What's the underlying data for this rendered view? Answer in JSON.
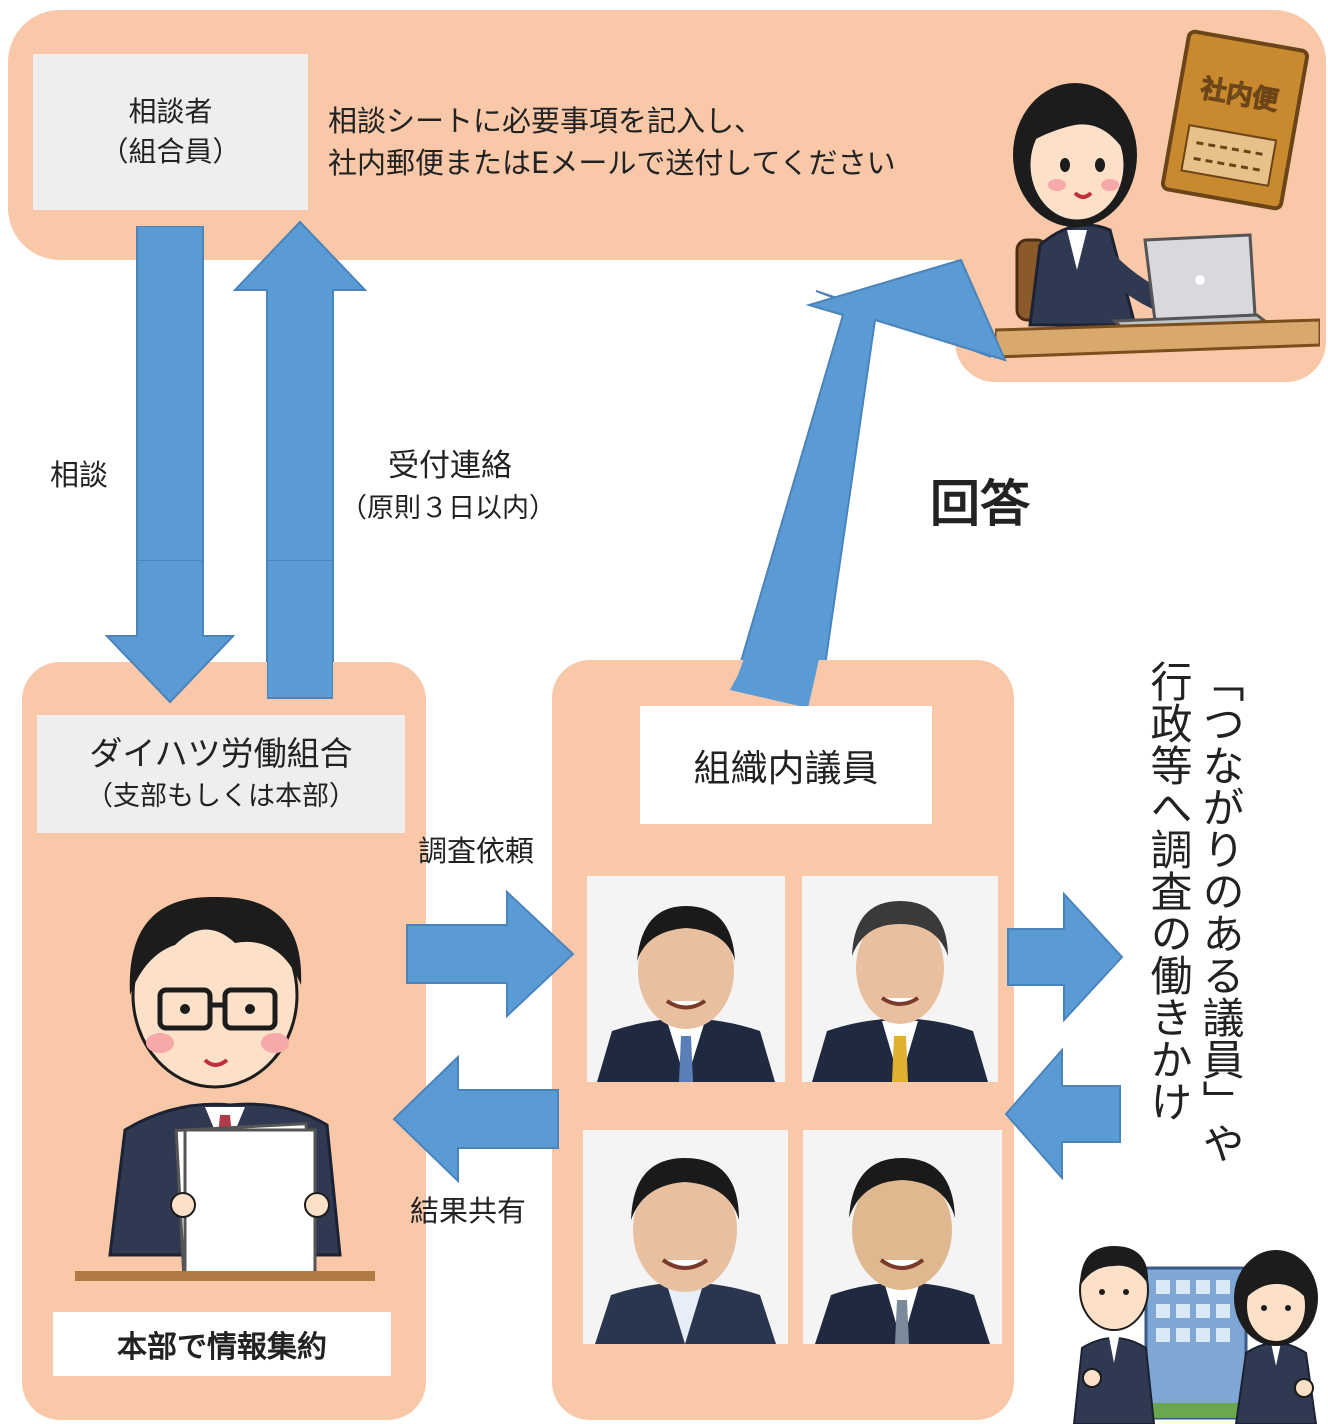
{
  "top": {
    "consultant_title": "相談者",
    "consultant_sub": "（組合員）",
    "instruction_line1": "相談シートに必要事項を記入し、",
    "instruction_line2": "社内郵便またはEメールで送付してください",
    "envelope_label": "社内便"
  },
  "arrows": {
    "consult_label": "相談",
    "receipt_label": "受付連絡",
    "receipt_sub": "（原則３日以内）",
    "answer_label": "回答",
    "request_label": "調査依頼",
    "share_label": "結果共有"
  },
  "union": {
    "title": "ダイハツ労働組合",
    "sub": "（支部もしくは本部）",
    "footer": "本部で情報集約"
  },
  "council": {
    "title": "組織内議員"
  },
  "side": {
    "line1": "「つながりのある議員」や",
    "line2": "行政等へ調査の働きかけ"
  },
  "colors": {
    "panel": "#f8c8a8",
    "arrow": "#5b9bd5",
    "arrow_edge": "#4a84ba"
  }
}
